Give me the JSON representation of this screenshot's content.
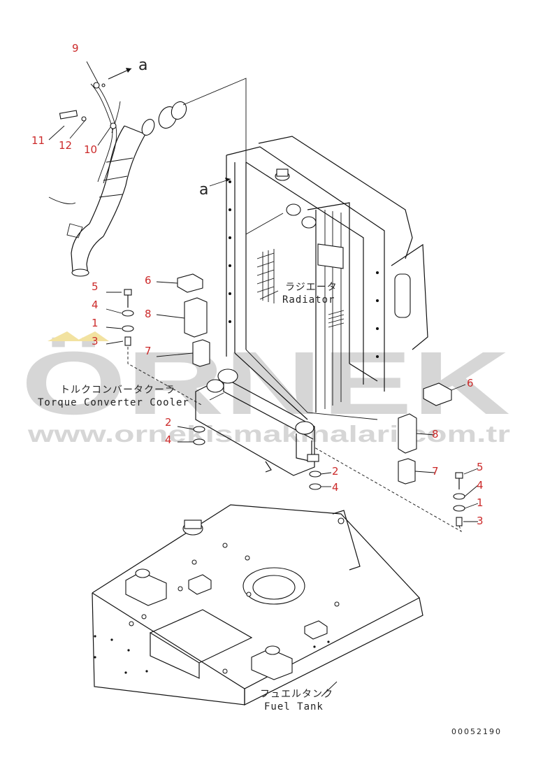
{
  "watermark": {
    "brand": "ÖRNEK",
    "url": "www.ornekismakinalari.com.tr"
  },
  "callouts": {
    "c9": "9",
    "c11": "11",
    "c12": "12",
    "c10": "10",
    "c5a": "5",
    "c4a": "4",
    "c1a": "1",
    "c3a": "3",
    "c6a": "6",
    "c8a": "8",
    "c7a": "7",
    "c2a": "2",
    "c4b": "4",
    "c6b": "6",
    "c8b": "8",
    "c7b": "7",
    "c2b": "2",
    "c4c": "4",
    "c5b": "5",
    "c4d": "4",
    "c1b": "1",
    "c3b": "3"
  },
  "refs": {
    "a_top": "a",
    "a_frame": "a"
  },
  "labels": {
    "radiator_jp": "ラジエータ",
    "radiator_en": "Radiator",
    "tcc_jp": "トルクコンバータクーラ",
    "tcc_en": "Torque Converter Cooler",
    "fuel_jp": "フュエルタンク",
    "fuel_en": "Fuel Tank"
  },
  "drawing_number": "00052190"
}
